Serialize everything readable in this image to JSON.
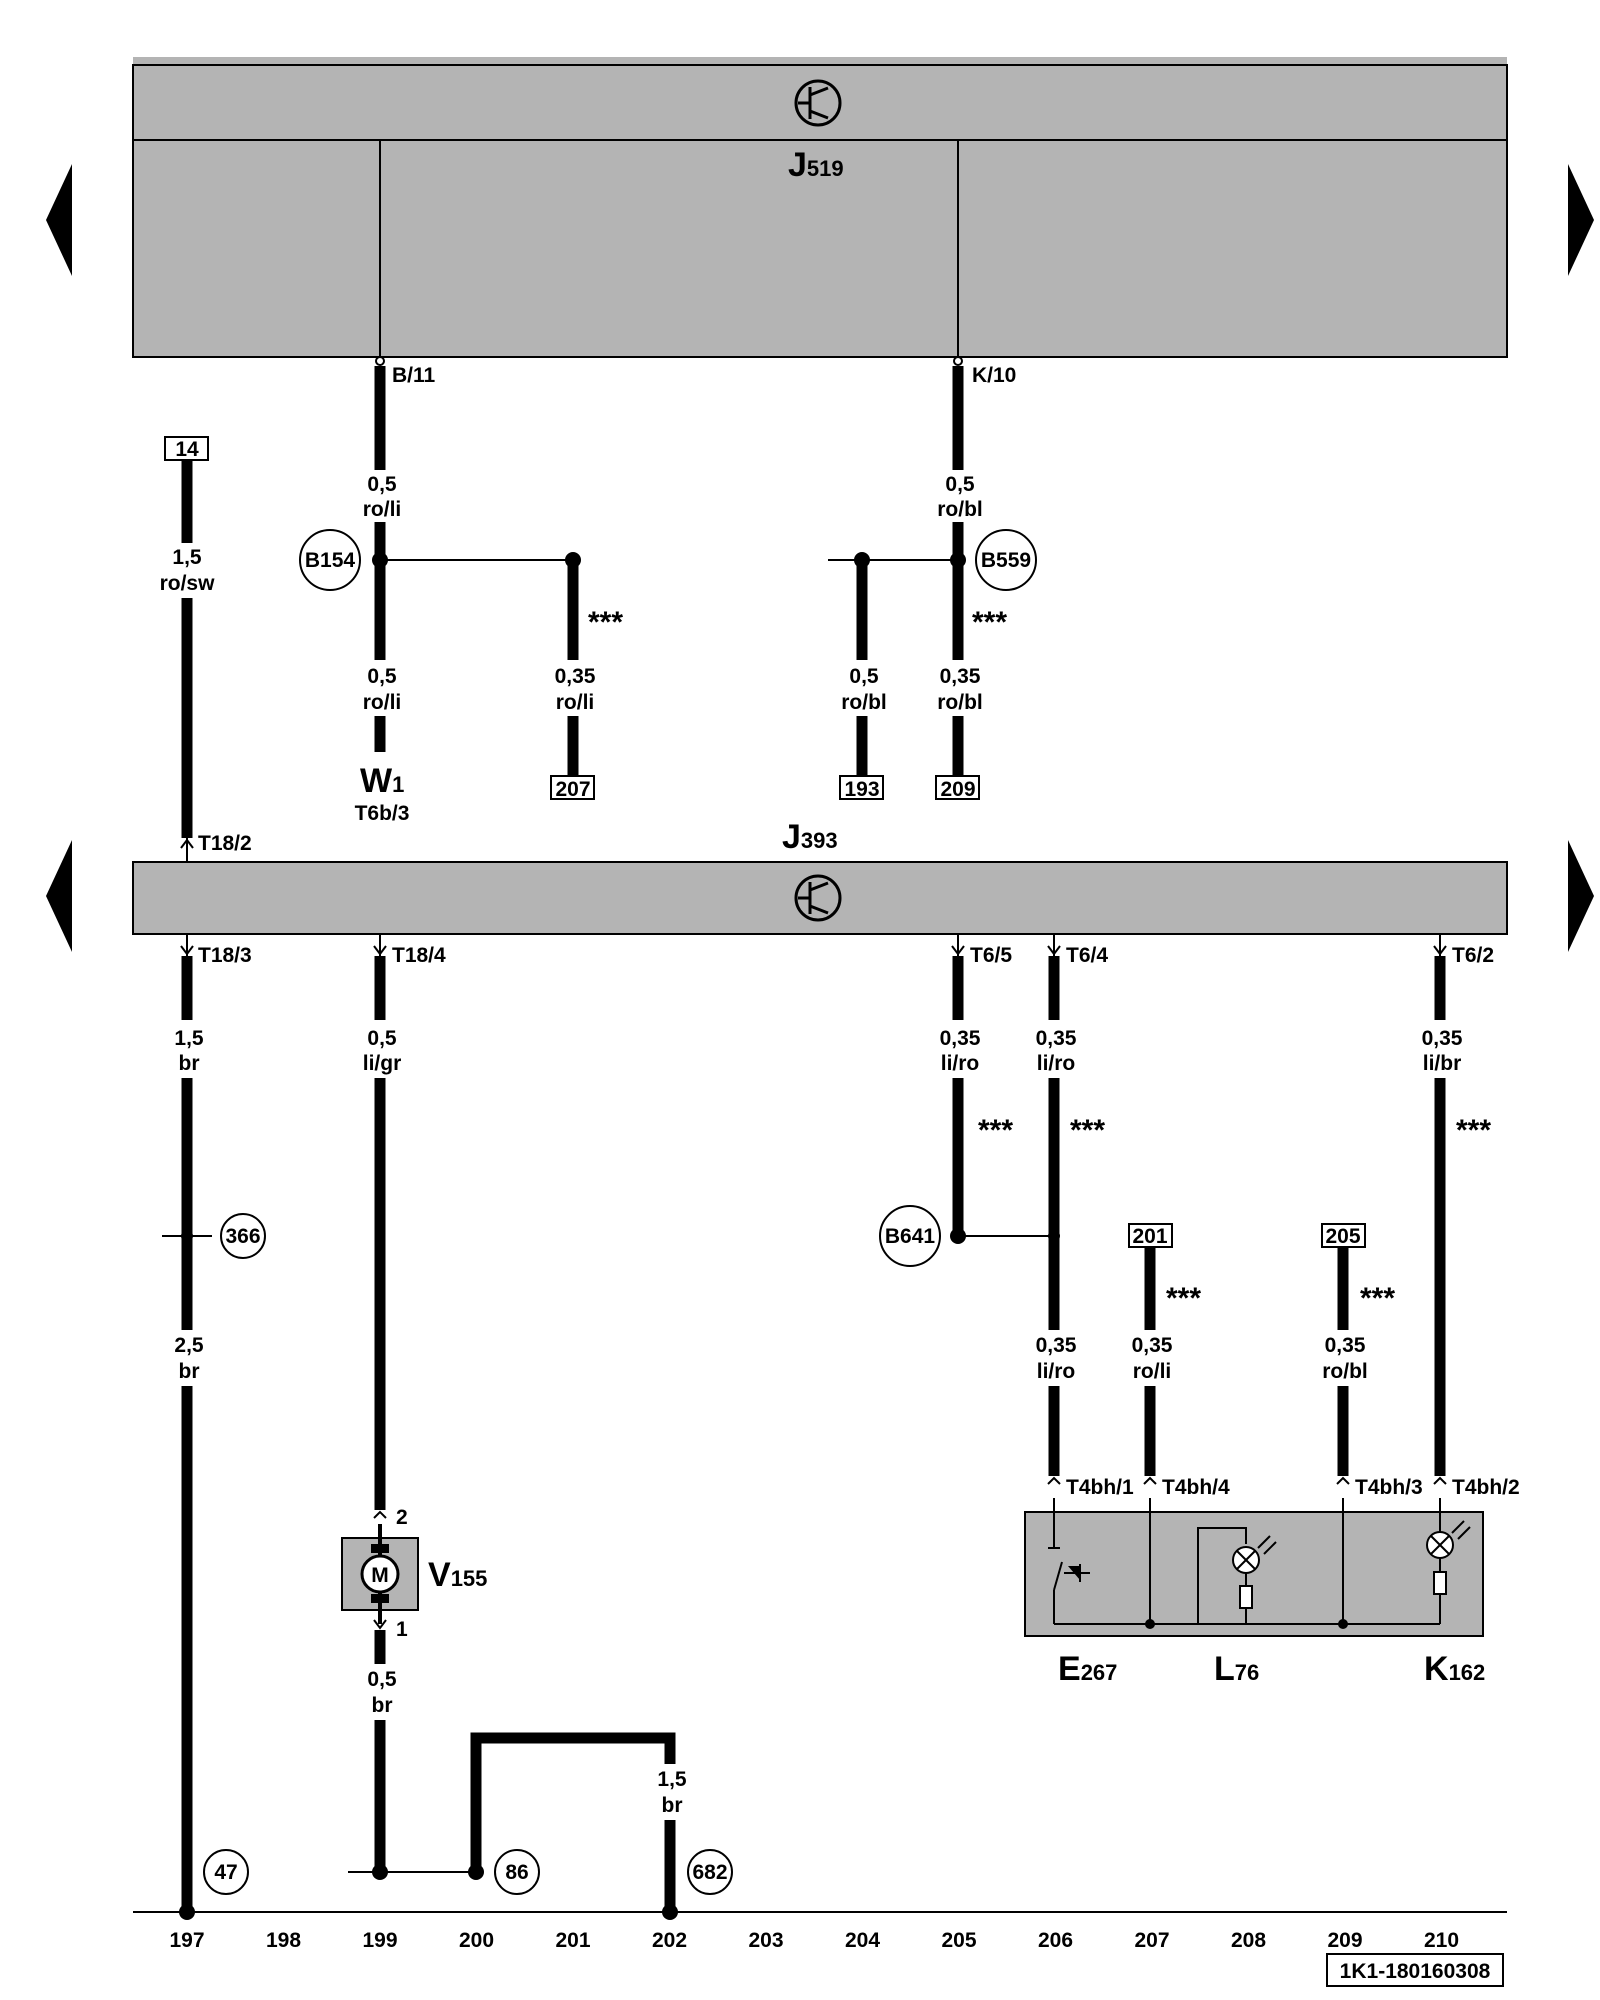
{
  "modules": {
    "top": {
      "name": "J",
      "sub": "519"
    },
    "mid": {
      "name": "J",
      "sub": "393"
    }
  },
  "pins": {
    "b11": "B/11",
    "k10": "K/10",
    "t18_2": "T18/2",
    "t18_3": "T18/3",
    "t18_4": "T18/4",
    "t6_5": "T6/5",
    "t6_4": "T6/4",
    "t6_2": "T6/2",
    "t4bh_1": "T4bh/1",
    "t4bh_4": "T4bh/4",
    "t4bh_3": "T4bh/3",
    "t4bh_2": "T4bh/2",
    "v155_2": "2",
    "v155_1": "1"
  },
  "wires": {
    "w1a": {
      "size": "0,5",
      "color": "ro/li"
    },
    "w1b": {
      "size": "0,5",
      "color": "ro/li"
    },
    "w1c": {
      "size": "0,35",
      "color": "ro/li"
    },
    "w2a": {
      "size": "0,5",
      "color": "ro/bl"
    },
    "w2b": {
      "size": "0,35",
      "color": "ro/bl"
    },
    "w2c": {
      "size": "0,5",
      "color": "ro/bl"
    },
    "w3": {
      "size": "1,5",
      "color": "ro/sw"
    },
    "w4a": {
      "size": "1,5",
      "color": "br"
    },
    "w4b": {
      "size": "2,5",
      "color": "br"
    },
    "w5a": {
      "size": "0,5",
      "color": "li/gr"
    },
    "w5b": {
      "size": "0,5",
      "color": "br"
    },
    "w6": {
      "size": "1,5",
      "color": "br"
    },
    "w7": {
      "size": "0,35",
      "color": "li/ro"
    },
    "w8a": {
      "size": "0,35",
      "color": "li/ro"
    },
    "w8b": {
      "size": "0,35",
      "color": "li/ro"
    },
    "w9": {
      "size": "0,35",
      "color": "li/br"
    },
    "w10": {
      "size": "0,35",
      "color": "ro/li"
    },
    "w11": {
      "size": "0,35",
      "color": "ro/bl"
    }
  },
  "markers": {
    "stars": "***"
  },
  "connections": {
    "b154": "B154",
    "b559": "B559",
    "b641": "B641",
    "c366": "366",
    "c47": "47",
    "c86": "86",
    "c682": "682"
  },
  "refs": {
    "r14": "14",
    "r207": "207",
    "r193": "193",
    "r209": "209",
    "r201": "201",
    "r205": "205"
  },
  "components": {
    "w1": {
      "name": "W",
      "sub": "1",
      "pin": "T6b/3"
    },
    "v155": {
      "name": "V",
      "sub": "155",
      "motor": "M"
    },
    "e267": {
      "name": "E",
      "sub": "267"
    },
    "l76": {
      "name": "L",
      "sub": "76"
    },
    "k162": {
      "name": "K",
      "sub": "162"
    }
  },
  "tracks": [
    "197",
    "198",
    "199",
    "200",
    "201",
    "202",
    "203",
    "204",
    "205",
    "206",
    "207",
    "208",
    "209",
    "210"
  ],
  "footer": {
    "code": "1K1-180160308"
  }
}
